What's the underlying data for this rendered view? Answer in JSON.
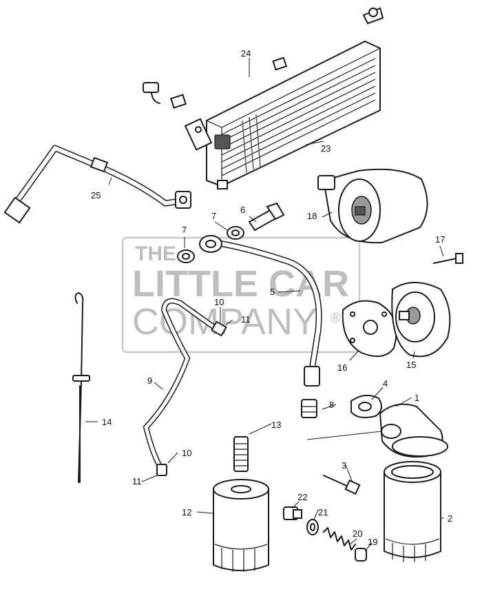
{
  "watermark": {
    "line1": "THE",
    "line2": "LITTLE CAR",
    "line3": "COMPANY",
    "mark": "®"
  },
  "callouts": {
    "c1": "1",
    "c2": "2",
    "c3": "3",
    "c4": "4",
    "c5": "5",
    "c6": "6",
    "c7a": "7",
    "c7b": "7",
    "c8": "8",
    "c9": "9",
    "c10a": "10",
    "c10b": "10",
    "c11a": "11",
    "c11b": "11",
    "c12": "12",
    "c13": "13",
    "c14": "14",
    "c15": "15",
    "c16": "16",
    "c17": "17",
    "c18": "18",
    "c19": "19",
    "c20": "20",
    "c21": "21",
    "c22": "22",
    "c23": "23",
    "c24": "24",
    "c25": "25"
  }
}
